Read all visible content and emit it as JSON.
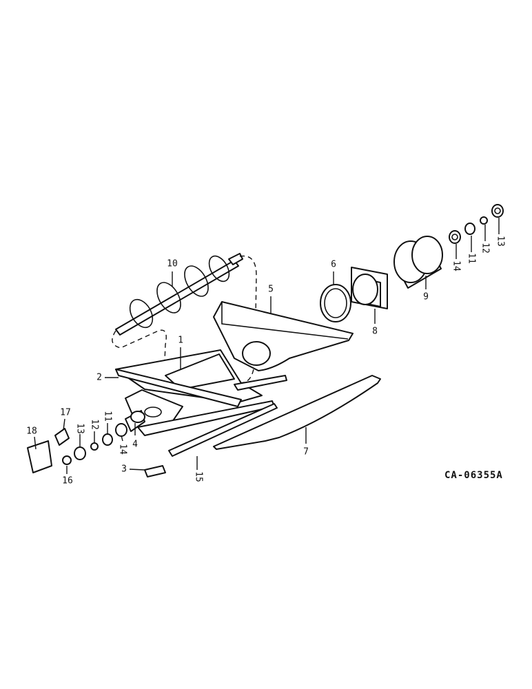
{
  "figure": {
    "reference_code": "CA-06355A",
    "callouts": [
      {
        "id": "c1",
        "label": "1"
      },
      {
        "id": "c2",
        "label": "2"
      },
      {
        "id": "c3",
        "label": "3"
      },
      {
        "id": "c4",
        "label": "4"
      },
      {
        "id": "c5",
        "label": "5"
      },
      {
        "id": "c6",
        "label": "6"
      },
      {
        "id": "c7",
        "label": "7"
      },
      {
        "id": "c8",
        "label": "8"
      },
      {
        "id": "c9",
        "label": "9"
      },
      {
        "id": "c10",
        "label": "10"
      },
      {
        "id": "c11a",
        "label": "11"
      },
      {
        "id": "c12a",
        "label": "12"
      },
      {
        "id": "c13a",
        "label": "13"
      },
      {
        "id": "c14a",
        "label": "14"
      },
      {
        "id": "c11b",
        "label": "11"
      },
      {
        "id": "c12b",
        "label": "12"
      },
      {
        "id": "c13b",
        "label": "13"
      },
      {
        "id": "c14b",
        "label": "14"
      },
      {
        "id": "c15",
        "label": "15"
      },
      {
        "id": "c16",
        "label": "16"
      },
      {
        "id": "c17",
        "label": "17"
      },
      {
        "id": "c18",
        "label": "18"
      }
    ]
  }
}
